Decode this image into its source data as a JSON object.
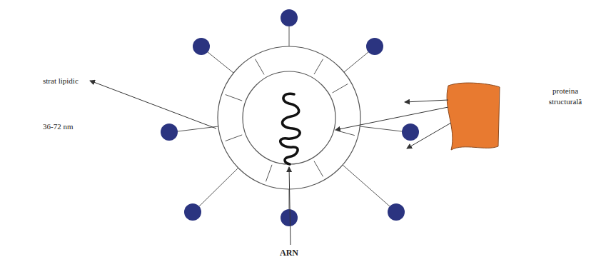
{
  "diagram": {
    "labels": [
      "strat lipidic",
      "36-72 nm",
      "proteina structurală",
      "ARN"
    ]
  }
}
